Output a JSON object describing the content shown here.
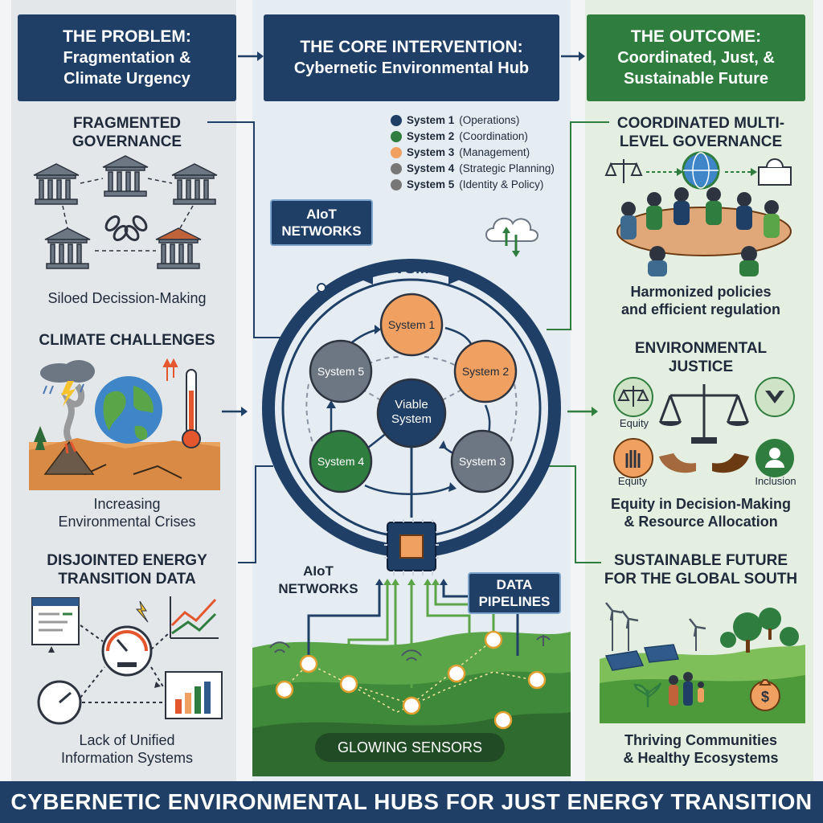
{
  "header": {
    "left": {
      "line1": "THE PROBLEM:",
      "line2": "Fragmentation &",
      "line3": "Climate Urgency"
    },
    "mid": {
      "line1": "THE CORE INTERVENTION:",
      "line2": "Cybernetic Environmental Hub"
    },
    "right": {
      "line1": "THE OUTCOME:",
      "line2": "Coordinated, Just, &",
      "line3": "Sustainable Future"
    }
  },
  "left": {
    "s1": {
      "title1": "FRAGMENTED",
      "title2": "GOVERNANCE",
      "caption": "Siloed Decission-Making"
    },
    "s2": {
      "title": "CLIMATE CHALLENGES",
      "caption1": "Increasing",
      "caption2": "Environmental Crises"
    },
    "s3": {
      "title1": "DISJOINTED ENERGY",
      "title2": "TRANSITION DATA",
      "caption1": "Lack of Unified",
      "caption2": "Information Systems"
    }
  },
  "middle": {
    "legend": [
      {
        "bold": "System 1",
        "rest": "(Operations)",
        "color": "#1f3f66"
      },
      {
        "bold": "System 2",
        "rest": "(Coordination)",
        "color": "#2f7d3f"
      },
      {
        "bold": "System 3",
        "rest": "(Management)",
        "color": "#f0a060"
      },
      {
        "bold": "System 4",
        "rest": "(Strategic Planning)",
        "color": "#777777"
      },
      {
        "bold": "System 5",
        "rest": "(Identity & Policy)",
        "color": "#777777"
      }
    ],
    "aiot_top1": "AIoT",
    "aiot_top2": "NETWORKS",
    "vsm": "VSM",
    "center1": "Viable",
    "center2": "System",
    "nodes": {
      "s1": "System 1",
      "s2": "System 2",
      "s3": "System 3",
      "s4": "System 4",
      "s5": "System 5"
    },
    "aiot_bottom1": "AIoT",
    "aiot_bottom2": "NETWORKS",
    "pipelines1": "DATA",
    "pipelines2": "PIPELINES",
    "sensors": "GLOWING SENSORS"
  },
  "right": {
    "s1": {
      "title1": "COORDINATED MULTI-",
      "title2": "LEVEL GOVERNANCE",
      "caption1": "Harmonized policies",
      "caption2": "and efficient regulation"
    },
    "s2": {
      "title1": "ENVIRONMENTAL",
      "title2": "JUSTICE",
      "equity_top": "Equity",
      "equity_bottom": "Equity",
      "inclusion": "Inclusion",
      "caption1": "Equity in Decision-Making",
      "caption2": "& Resource Allocation"
    },
    "s3": {
      "title1": "SUSTAINABLE FUTURE",
      "title2": "FOR THE GLOBAL SOUTH",
      "caption1": "Thriving Communities",
      "caption2": "& Healthy Ecosystems"
    }
  },
  "footer": "CYBERNETIC ENVIRONMENTAL HUBS FOR JUST ENERGY TRANSITION",
  "colors": {
    "navy": "#1f3f66",
    "green": "#2f7d3f",
    "orange": "#f0a060",
    "gray": "#777777"
  }
}
